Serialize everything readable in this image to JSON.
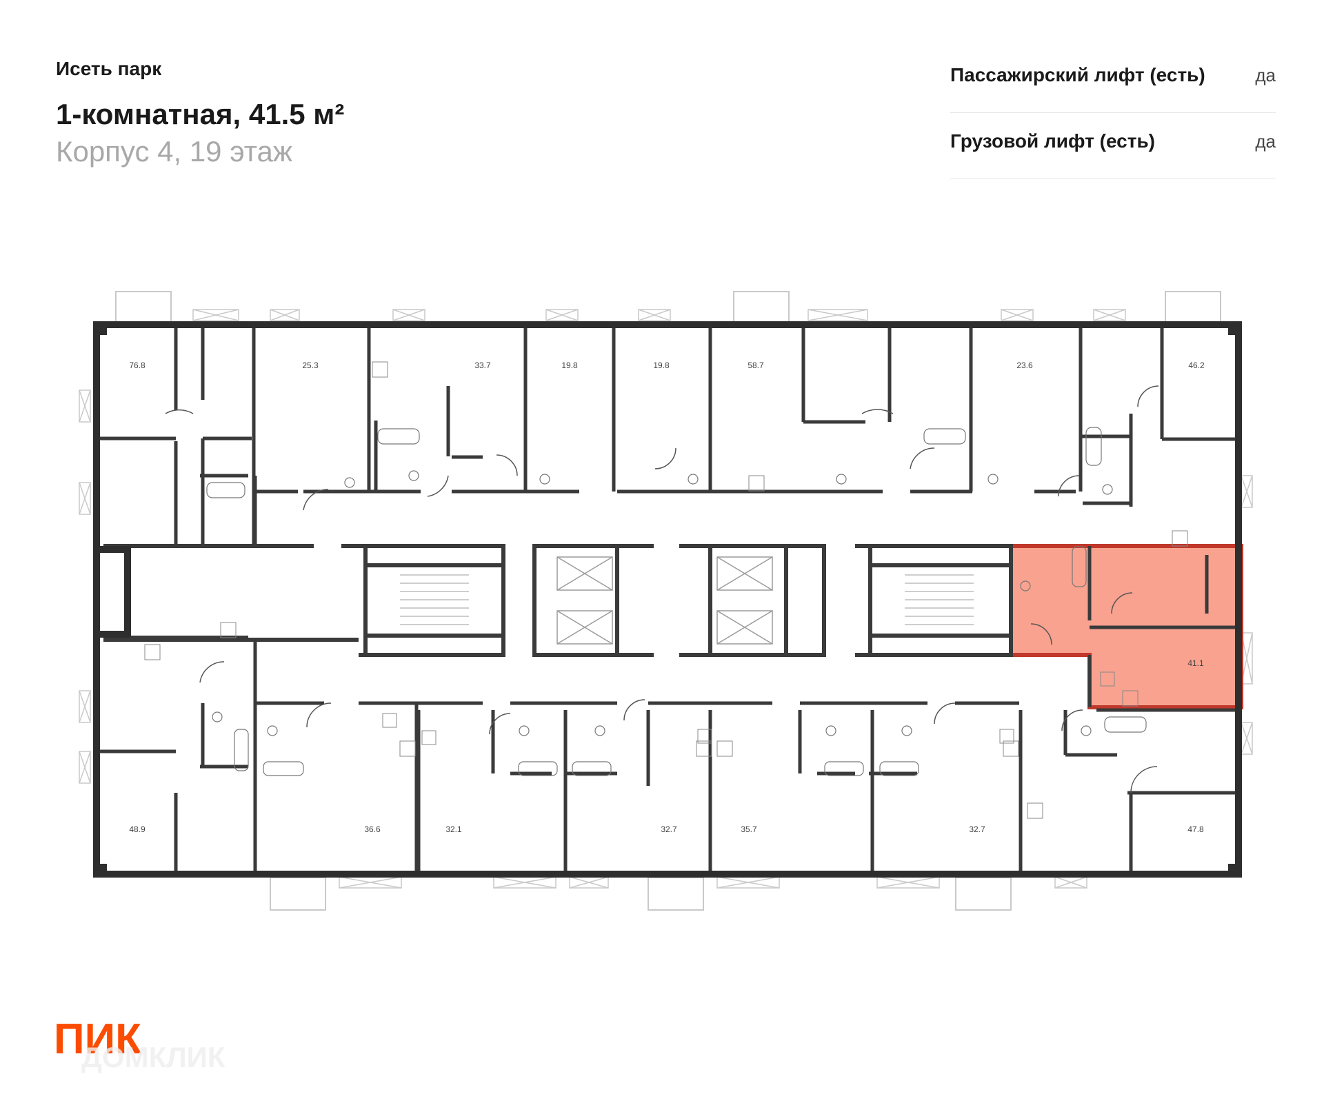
{
  "header": {
    "complex_name": "Исеть парк",
    "apartment_title": "1-комнатная, 41.5 м²",
    "building_floor": "Корпус 4, 19 этаж"
  },
  "specs": [
    {
      "label": "Пассажирский лифт (есть)",
      "value": "да"
    },
    {
      "label": "Грузовой лифт (есть)",
      "value": "да"
    }
  ],
  "plan": {
    "colors": {
      "wall": "#2e2e2e",
      "highlight": "#f8a28f",
      "highlight_border": "#c0392b"
    },
    "top_areas": [
      "76.8",
      "25.3",
      "33.7",
      "19.8",
      "19.8",
      "58.7",
      "23.6",
      "46.2"
    ],
    "bottom_areas": [
      "48.9",
      "36.6",
      "32.1",
      "32.7",
      "35.7",
      "32.7",
      "47.8"
    ],
    "selected_area": "41.1"
  },
  "logo": {
    "brand": "ПИК",
    "watermark": "ДОМКЛИК"
  }
}
